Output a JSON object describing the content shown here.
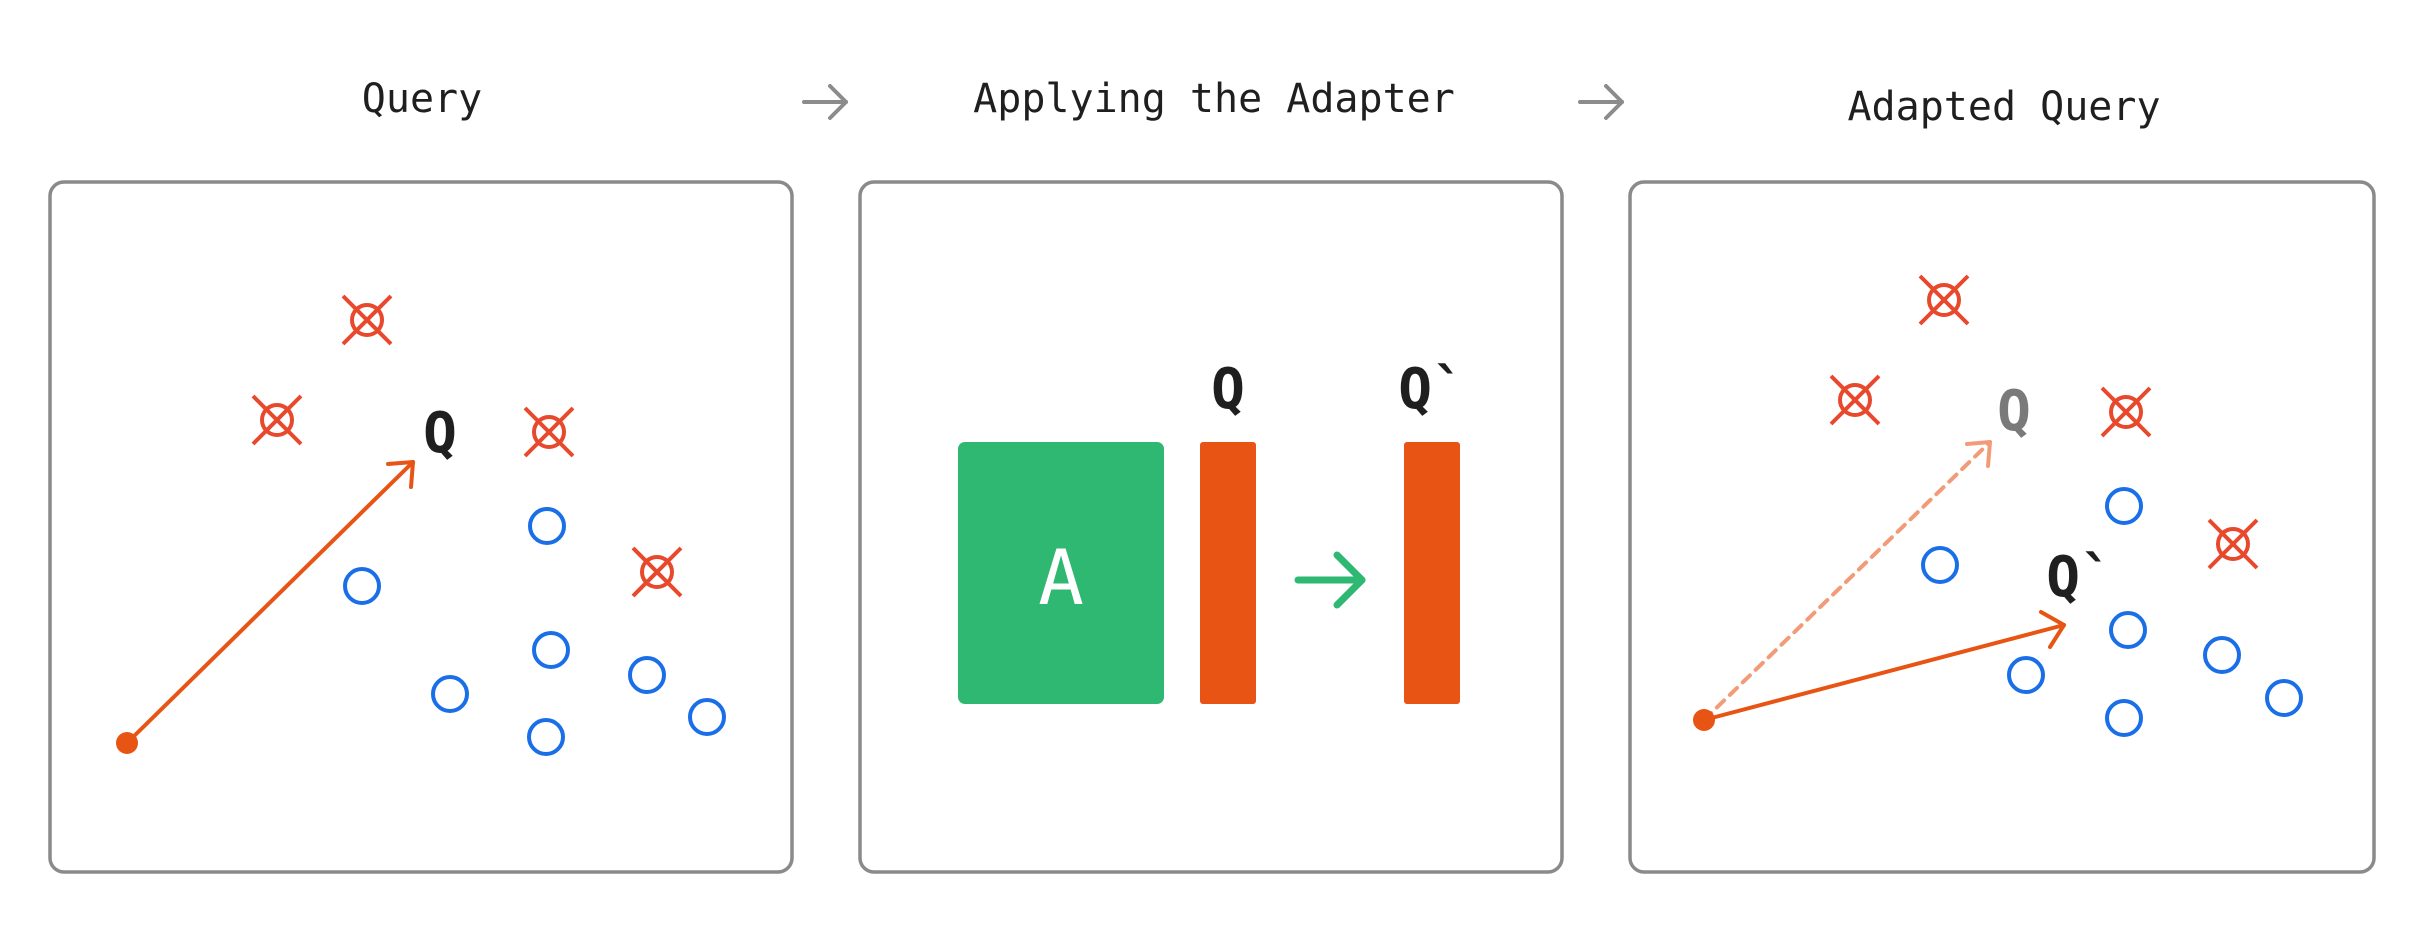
{
  "steps": [
    {
      "title": "Query"
    },
    {
      "title": "Applying the Adapter"
    },
    {
      "title": "Adapted Query"
    }
  ],
  "labels": {
    "query": "Q",
    "adapted_query": "Q`",
    "adapter": "A"
  },
  "colors": {
    "negative": "#e8482c",
    "positive": "#1a6fe8",
    "query": "#e85414",
    "query_faded": "#f29b78",
    "adapter": "#2fb872",
    "arrow_gray": "#8c8c8c",
    "faded_label": "#7a7a7a",
    "text": "#1f1f1f"
  },
  "icons": {
    "negative": "crossed-circle-icon",
    "positive": "circle-icon",
    "flow": "arrow-right-icon"
  }
}
